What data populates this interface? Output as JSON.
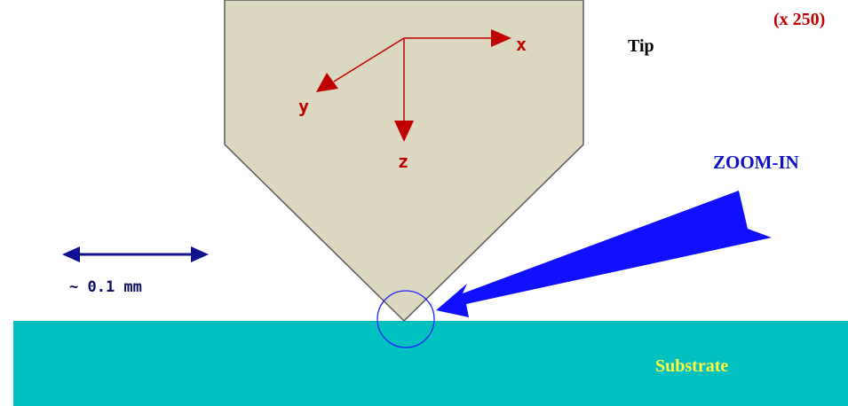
{
  "labels": {
    "magnification": "(x 250)",
    "tip": "Tip",
    "zoom_in": "ZOOM-IN",
    "scale": "~ 0.1 mm",
    "substrate": "Substrate"
  },
  "axes": {
    "x": "x",
    "y": "y",
    "z": "z"
  },
  "colors": {
    "tip_fill": "#dcd8c0",
    "tip_outline": "#5a5a5a",
    "substrate_fill": "#00c0c0",
    "substrate_label": "#ffff40",
    "axis_color": "#c00000",
    "magnification_color": "#c00000",
    "zoom_arrow": "#1010ff",
    "zoom_text": "#1010c0",
    "scale_arrow": "#101090",
    "circle": "#2020ff"
  }
}
